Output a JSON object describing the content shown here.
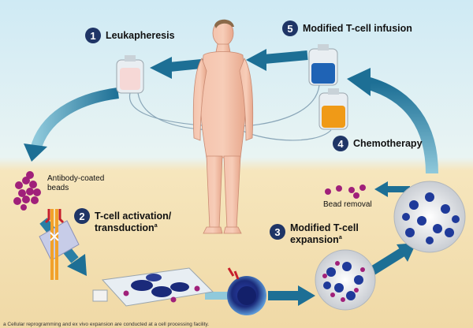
{
  "steps": [
    {
      "number": "1",
      "label": "Leukapheresis"
    },
    {
      "number": "2",
      "label_line1": "T-cell activation/",
      "label_line2": "transduction",
      "superscript": "a"
    },
    {
      "number": "3",
      "label_line1": "Modified T-cell",
      "label_line2": "expansion",
      "superscript": "a"
    },
    {
      "number": "4",
      "label": "Chemotherapy"
    },
    {
      "number": "5",
      "label": "Modified T-cell infusion"
    }
  ],
  "labels": {
    "beads_line1": "Antibody-coated",
    "beads_line2": "beads",
    "bead_removal": "Bead removal"
  },
  "footnote": "a Cellular reprogramming and ex vivo expansion are conducted at a cell processing facility.",
  "colors": {
    "sky": "#d6eef5",
    "ground": "#f1ddb0",
    "badge": "#1f3566",
    "arrow": "#1d6f95",
    "bead": "#a0207a",
    "skin": "#f2b59b",
    "bag_blue": "#1f63b5",
    "bag_orange": "#f09a17"
  }
}
